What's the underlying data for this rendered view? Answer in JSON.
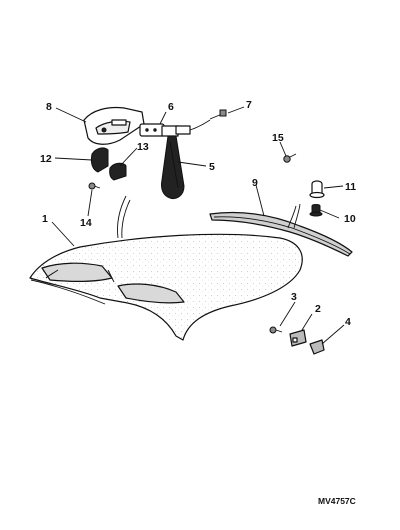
{
  "diagram": {
    "reference_code": "MV4757C",
    "callouts": {
      "c1": "1",
      "c2": "2",
      "c3": "3",
      "c4": "4",
      "c5": "5",
      "c6": "6",
      "c7": "7",
      "c8": "8",
      "c9": "9",
      "c10": "10",
      "c11": "11",
      "c12": "12",
      "c13": "13",
      "c14": "14",
      "c15": "15"
    }
  }
}
